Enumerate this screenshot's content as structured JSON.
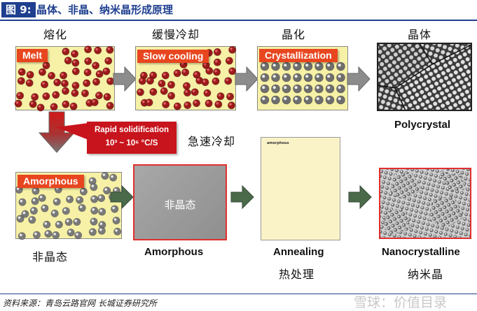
{
  "figure": {
    "badge": "图 9:",
    "title": "晶体、非晶、纳米晶形成原理"
  },
  "top_row": {
    "labels_cn": [
      "熔化",
      "缓慢冷却",
      "晶化",
      "晶体"
    ],
    "tags": [
      "Melt",
      "Slow cooling",
      "Crystallization"
    ],
    "polycrystal_label": "Polycrystal"
  },
  "rapid": {
    "title": "Rapid solidification",
    "rate_text": "10³ ~ 10⁶ °C/S",
    "label_cn": "急速冷却"
  },
  "bottom_row": {
    "tag": "Amorphous",
    "gray_box_text": "非晶态",
    "doc_small_text": "amorphous",
    "labels_cn": [
      "非晶态",
      "热处理",
      "纳米晶"
    ],
    "labels_en": [
      "Amorphous",
      "Annealing",
      "Nanocrystalline"
    ]
  },
  "footer": {
    "source": "资料来源：青岛云路官网 长城证券研究所",
    "watermark": "雪球：价值目录"
  },
  "colors": {
    "header_blue": "#1f3f8f",
    "tag_orange": "#e8461f",
    "panel_yellow": "#f6f1a6",
    "atom_red": "#9b1b1b",
    "rapid_red": "#c8141c",
    "arrow_gray": "#8c8c8c",
    "arrow_green": "#4a6a4a"
  }
}
